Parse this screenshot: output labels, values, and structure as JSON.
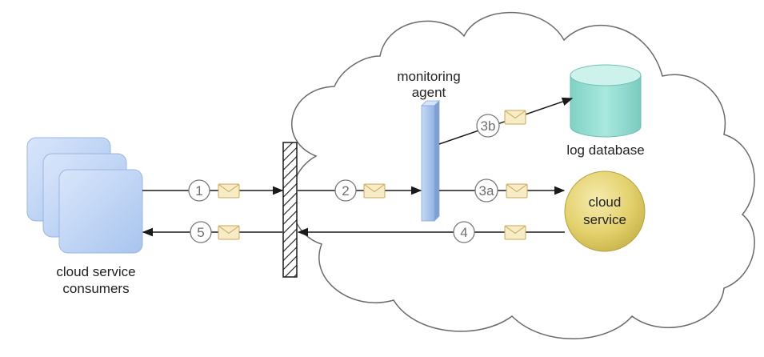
{
  "labels": {
    "monitoring_agent": [
      "monitoring",
      "agent"
    ],
    "log_database": "log database",
    "cloud_service": [
      "cloud",
      "service"
    ],
    "consumers": [
      "cloud service",
      "consumers"
    ]
  },
  "steps": {
    "s1": "1",
    "s2": "2",
    "s3a": "3a",
    "s3b": "3b",
    "s4": "4",
    "s5": "5"
  },
  "colors": {
    "cloud_stroke": "#6a6a6a",
    "consumer_fill": "#bcd4f5",
    "consumer_edge": "#98b6e6",
    "agent_fill": "#aec8ec",
    "db_body": "#8fdcd0",
    "db_top": "#cdf2ec",
    "service_fill": "#e7d77a",
    "envelope_fill": "#f7ecc6",
    "envelope_stroke": "#c9a85a",
    "arrow": "#1a1a1a",
    "step_circle": "#7a7a7a"
  },
  "icons": {
    "message": "envelope-icon",
    "firewall": "hatched-barrier",
    "database": "cylinder",
    "consumers": "stacked-squares"
  }
}
